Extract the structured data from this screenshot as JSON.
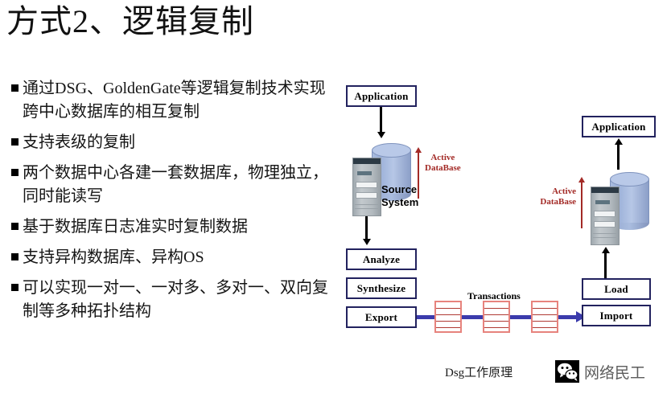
{
  "slide": {
    "title": "方式2、逻辑复制"
  },
  "bullets": [
    {
      "text": "通过DSG、GoldenGate等逻辑复制技术实现跨中心数据库的相互复制"
    },
    {
      "text": "支持表级的复制"
    },
    {
      "text": "两个数据中心各建一套数据库，物理独立，同时能读写"
    },
    {
      "text": "基于数据库日志准实时复制数据"
    },
    {
      "text": "支持异构数据库、异构OS"
    },
    {
      "text": "可以实现一对一、一对多、多对一、双向复制等多种拓扑结构"
    }
  ],
  "diagram": {
    "caption": "Dsg工作原理",
    "colors": {
      "box_border": "#22225e",
      "active_db_red": "#a32a26",
      "transaction_arrow_blue": "#3b3bac",
      "transaction_box_border": "#e7837d",
      "database_blue": "#b9c9e8",
      "server_gray": "#b3babf"
    },
    "left": {
      "application_label": "Application",
      "source_system_label_line1": "Source",
      "source_system_label_line2": "System",
      "active_db_line1": "Active",
      "active_db_line2": "DataBase",
      "steps": [
        "Analyze",
        "Synthesize",
        "Export"
      ]
    },
    "middle": {
      "transactions_label": "Transactions",
      "transaction_count": 3
    },
    "right": {
      "application_label": "Application",
      "active_db_line1": "Active",
      "active_db_line2": "DataBase",
      "steps": [
        "Load",
        "Import"
      ]
    }
  },
  "watermark": {
    "text": "网络民工",
    "logo_icon": "wechat-icon"
  }
}
